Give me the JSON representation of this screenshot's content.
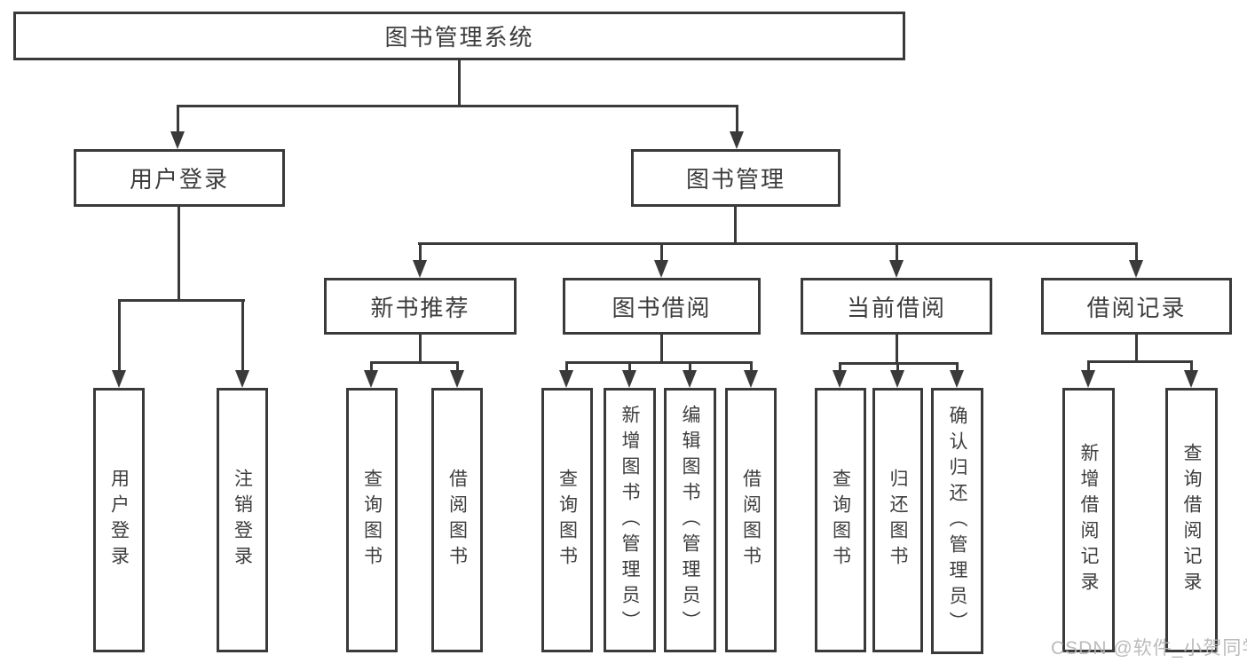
{
  "tree": {
    "label": "图书管理系统",
    "children": [
      {
        "label": "用户登录",
        "children": [
          {
            "label": "用户登录"
          },
          {
            "label": "注销登录"
          }
        ]
      },
      {
        "label": "图书管理",
        "children": [
          {
            "label": "新书推荐",
            "children": [
              {
                "label": "查询图书"
              },
              {
                "label": "借阅图书"
              }
            ]
          },
          {
            "label": "图书借阅",
            "children": [
              {
                "label": "查询图书"
              },
              {
                "label": "新增图书（管理员）"
              },
              {
                "label": "编辑图书（管理员）"
              },
              {
                "label": "借阅图书"
              }
            ]
          },
          {
            "label": "当前借阅",
            "children": [
              {
                "label": "查询图书"
              },
              {
                "label": "归还图书"
              },
              {
                "label": "确认归还（管理员）"
              }
            ]
          },
          {
            "label": "借阅记录",
            "children": [
              {
                "label": "新增借阅记录"
              },
              {
                "label": "查询借阅记录"
              }
            ]
          }
        ]
      }
    ]
  },
  "watermark": {
    "text": "CSDN @软件_小贺同学"
  },
  "colors": {
    "line": "#3a3a3a",
    "text": "#3d3d3d",
    "watermark": "#b4b4b4",
    "background": "#ffffff"
  }
}
